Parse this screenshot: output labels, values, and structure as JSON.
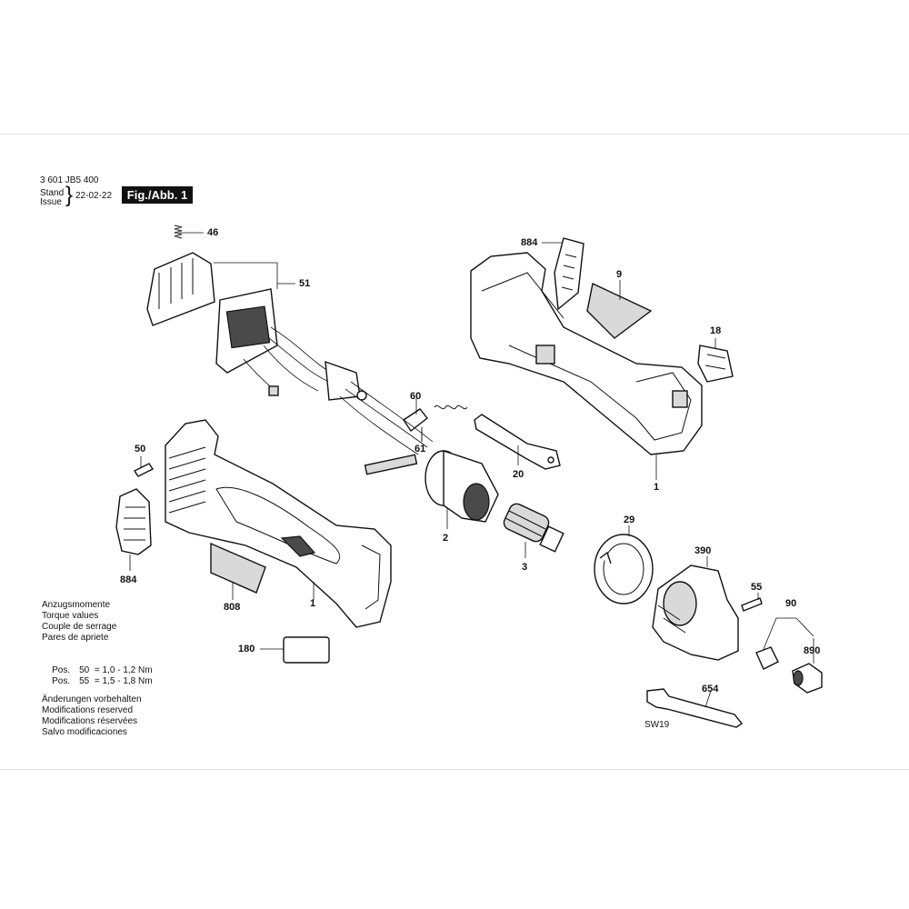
{
  "header": {
    "doc_number": "3 601 JB5 400",
    "stand_label": "Stand",
    "issue_label": "Issue",
    "date": "22-02-22",
    "figure_label": "Fig./Abb. 1"
  },
  "torque_notes": [
    "Anzugsmomente",
    "Torque values",
    "Couple de serrage",
    "Pares de apriete"
  ],
  "torque_specs": [
    {
      "prefix": "Pos.",
      "pos": "50",
      "spec": "= 1,0 - 1,2 Nm"
    },
    {
      "prefix": "Pos.",
      "pos": "55",
      "spec": "= 1,5 - 1,8 Nm"
    }
  ],
  "modification_notes": [
    "Änderungen vorbehalten",
    "Modifications reserved",
    "Modifications réservées",
    "Salvo modificaciones"
  ],
  "part_labels": {
    "p46": "46",
    "p51": "51",
    "p884_top": "884",
    "p9": "9",
    "p18": "18",
    "p60": "60",
    "p61": "61",
    "p20": "20",
    "p1_right": "1",
    "p50": "50",
    "p884_left": "884",
    "p2": "2",
    "p29": "29",
    "p3": "3",
    "p390": "390",
    "p808": "808",
    "p1_left": "1",
    "p55": "55",
    "p90": "90",
    "p890": "890",
    "p180": "180",
    "p654": "654"
  },
  "wrench_size": "SW19"
}
